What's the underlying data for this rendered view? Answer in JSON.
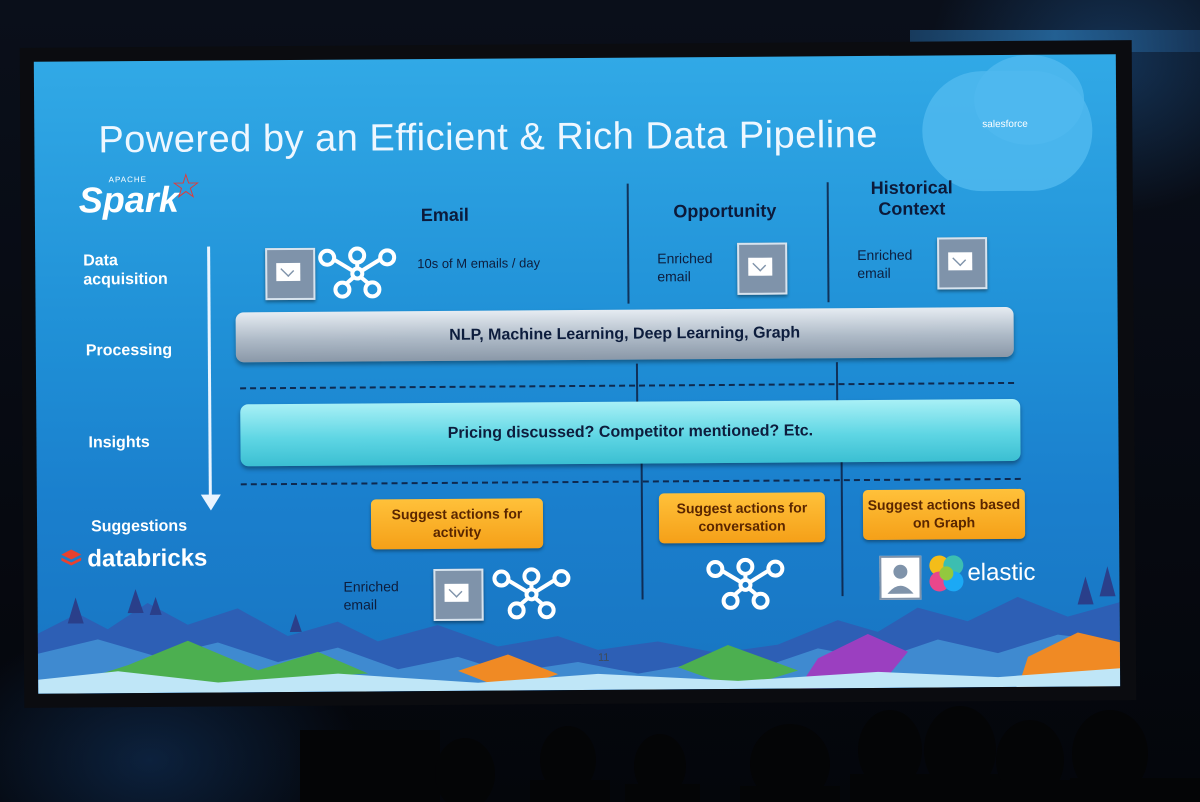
{
  "slide": {
    "title": "Powered by an Efficient & Rich Data Pipeline",
    "logos": {
      "salesforce": "salesforce",
      "spark_small": "APACHE",
      "spark": "Spark",
      "databricks": "databricks",
      "elastic": "elastic"
    },
    "row_labels": [
      "Data acquisition",
      "Processing",
      "Insights",
      "Suggestions"
    ],
    "columns": [
      "Email",
      "Opportunity",
      "Historical Context"
    ],
    "acquisition": {
      "email_note": "10s of M emails / day",
      "opportunity_note": "Enriched email",
      "historical_note": "Enriched email"
    },
    "processing_bar": "NLP, Machine Learning, Deep Learning, Graph",
    "insights_bar": "Pricing discussed? Competitor mentioned? Etc.",
    "suggestions": [
      "Suggest actions for activity",
      "Suggest actions for conversation",
      "Suggest actions based on Graph"
    ],
    "bottom_email_note": "Enriched email",
    "page_number": "11"
  },
  "icons": [
    "email-icon",
    "graph-network-icon",
    "person-icon",
    "elastic-logo-icon",
    "spark-star-icon",
    "databricks-stack-icon"
  ],
  "colors": {
    "slide_blue": "#1f8fd6",
    "orange_box": "#f5a018",
    "cyan_bar": "#5fd6e4",
    "grey_bar": "#aebac7",
    "dark_text": "#0c1a3a"
  }
}
